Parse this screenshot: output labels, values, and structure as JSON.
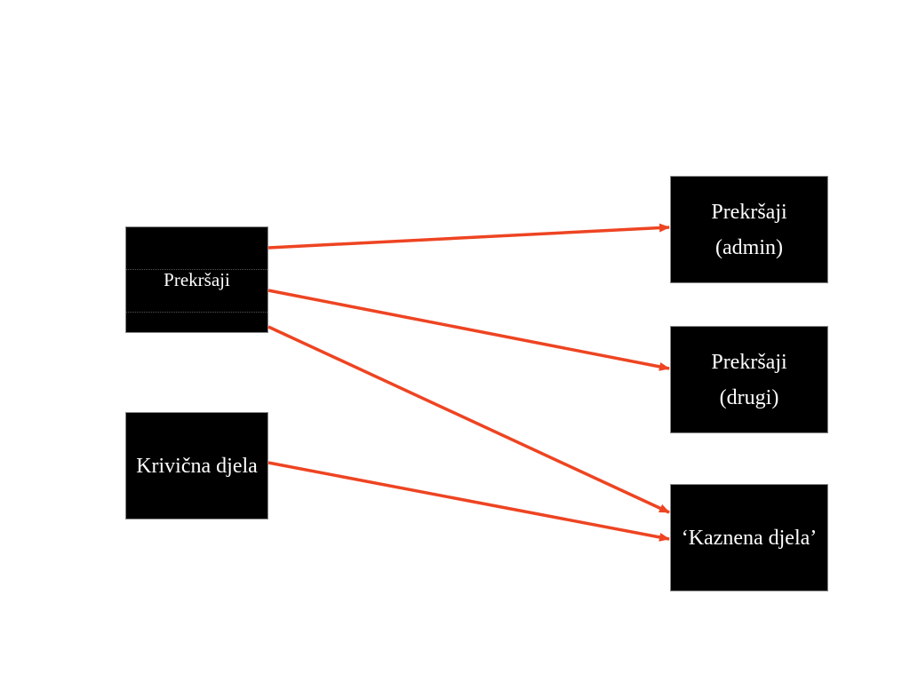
{
  "colors": {
    "arrow": "#ee4422",
    "box_fill": "#000000",
    "box_text": "#ffffff"
  },
  "left": {
    "prekrsaji": "Prekršaji",
    "krivicna_djela": "Krivična djela"
  },
  "right": {
    "admin": {
      "line1": "Prekršaji",
      "line2": "(admin)"
    },
    "drugi": {
      "line1": "Prekršaji",
      "line2": "(drugi)"
    },
    "kaznena": "‘Kaznena djela’"
  }
}
